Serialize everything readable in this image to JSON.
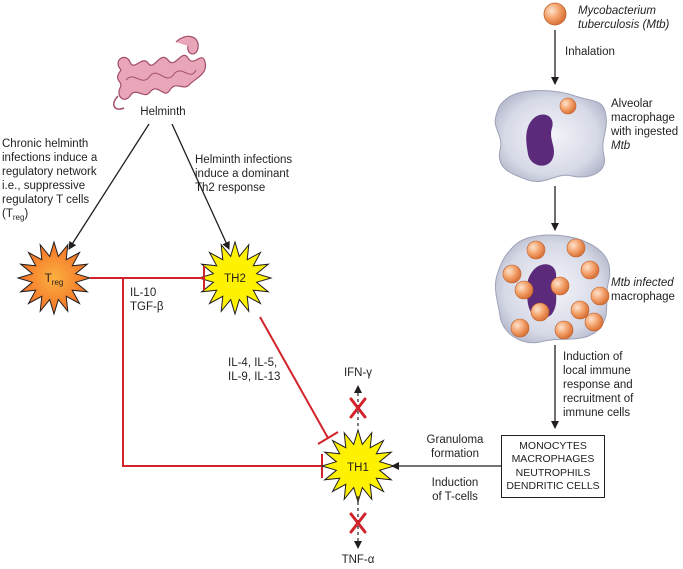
{
  "helminth": {
    "label": "Helminth"
  },
  "mtb": {
    "name_line1": "Mycobacterium",
    "name_line2": "tuberculosis (Mtb)",
    "inhalation": "Inhalation",
    "alveolar": [
      "Alveolar",
      "macrophage",
      "with ingested",
      "Mtb"
    ],
    "infected": [
      "Mtb infected",
      "macrophage"
    ],
    "induction_local": [
      "Induction of",
      "local immune",
      "response and",
      "recruitment of",
      "immune cells"
    ]
  },
  "chronic_text": [
    "Chronic helminth",
    "infections induce a",
    "regulatory network",
    "i.e., suppressive",
    "regulatory T cells",
    "(T"
  ],
  "chronic_reg_sub": "reg",
  "chronic_close": ")",
  "th2_text": [
    "Helminth infections",
    "induce a dominant",
    "Th2 response"
  ],
  "cells": {
    "treg_main": "T",
    "treg_sub": "reg",
    "th2": "TH2",
    "th1": "TH1"
  },
  "cytokines": {
    "treg": [
      "IL-10",
      "TGF-β"
    ],
    "th2": [
      "IL-4, IL-5,",
      "IL-9, IL-13"
    ],
    "ifn": "IFN-γ",
    "tnf": "TNF-α"
  },
  "granuloma": [
    "Granuloma",
    "formation"
  ],
  "induction_t": [
    "Induction",
    "of T-cells"
  ],
  "immune_cells": [
    "MONOCYTES",
    "MACROPHAGES",
    "NEUTROPHILS",
    "DENDRITIC CELLS"
  ],
  "colors": {
    "inhibition": "#d2232a",
    "treg_fill": "#f7941d",
    "th_fill": "#fff200",
    "bacterium": "#f4a26b",
    "macrophage": "#d9dce8",
    "nucleus": "#5b2a7a",
    "helminth": "#e8a6b8"
  }
}
